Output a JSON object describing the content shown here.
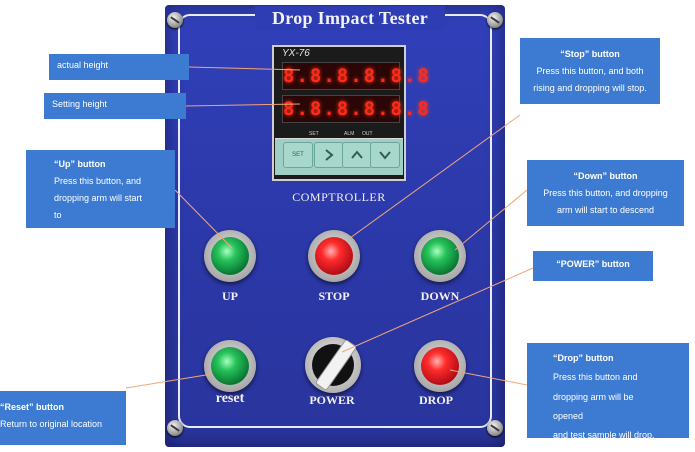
{
  "panel": {
    "title": "Drop Impact Tester",
    "controller": {
      "model": "YX-76",
      "display_top": "8.8.8.8.8.8",
      "display_bottom": "8.8.8.8.8.8",
      "indicator_labels": [
        "SET",
        "ALM",
        "OUT"
      ],
      "keys": [
        "SET",
        "",
        "",
        ""
      ],
      "label": "COMPTROLLER"
    },
    "buttons": [
      {
        "id": "up",
        "label": "UP",
        "color": "#1fae52"
      },
      {
        "id": "stop",
        "label": "STOP",
        "color": "#e5222a"
      },
      {
        "id": "down",
        "label": "DOWN",
        "color": "#1fae52"
      },
      {
        "id": "reset",
        "label": "reset",
        "color": "#1fae52"
      },
      {
        "id": "power",
        "label": "POWER"
      },
      {
        "id": "drop",
        "label": "DROP",
        "color": "#e5222a"
      }
    ]
  },
  "callouts": {
    "actual_height": {
      "text": "actual height"
    },
    "setting_height": {
      "text": "Setting height"
    },
    "up": {
      "title": "“Up” button",
      "lines": [
        "Press this button, and",
        "dropping arm will start to"
      ]
    },
    "stop": {
      "title": "“Stop” button",
      "lines": [
        "Press this button, and both",
        "rising and dropping will stop."
      ]
    },
    "down": {
      "title": "“Down” button",
      "lines": [
        "Press this button, and dropping",
        "arm will start to descend"
      ]
    },
    "power": {
      "title": "“POWER” button"
    },
    "drop": {
      "title": "“Drop” button",
      "lines": [
        "Press this button and",
        "dropping arm will be opened",
        "and test sample will drop."
      ]
    },
    "reset": {
      "title": "“Reset” button",
      "lines": [
        "Return to original location"
      ]
    }
  },
  "colors": {
    "panel": "#2b38a8",
    "callout": "#3d7bd2",
    "leader": "#f0a57a"
  }
}
